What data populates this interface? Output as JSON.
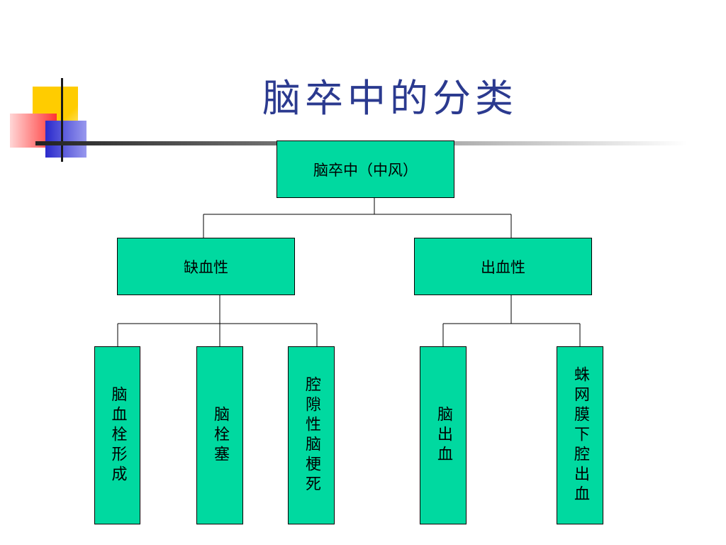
{
  "slide": {
    "title": "脑卒中的分类"
  },
  "diagram": {
    "root": "脑卒中（中风）",
    "branches": [
      {
        "label": "缺血性",
        "children": [
          "脑血栓形成",
          "脑栓塞",
          "腔隙性脑梗死"
        ]
      },
      {
        "label": "出血性",
        "children": [
          "脑出血",
          "蛛网膜下腔出血"
        ]
      }
    ]
  },
  "colors": {
    "box_fill": "#00d9a0",
    "title": "#2b3a8f",
    "deco_yellow": "#ffcc00",
    "deco_red": "#ff3333",
    "deco_blue": "#3333cc"
  }
}
